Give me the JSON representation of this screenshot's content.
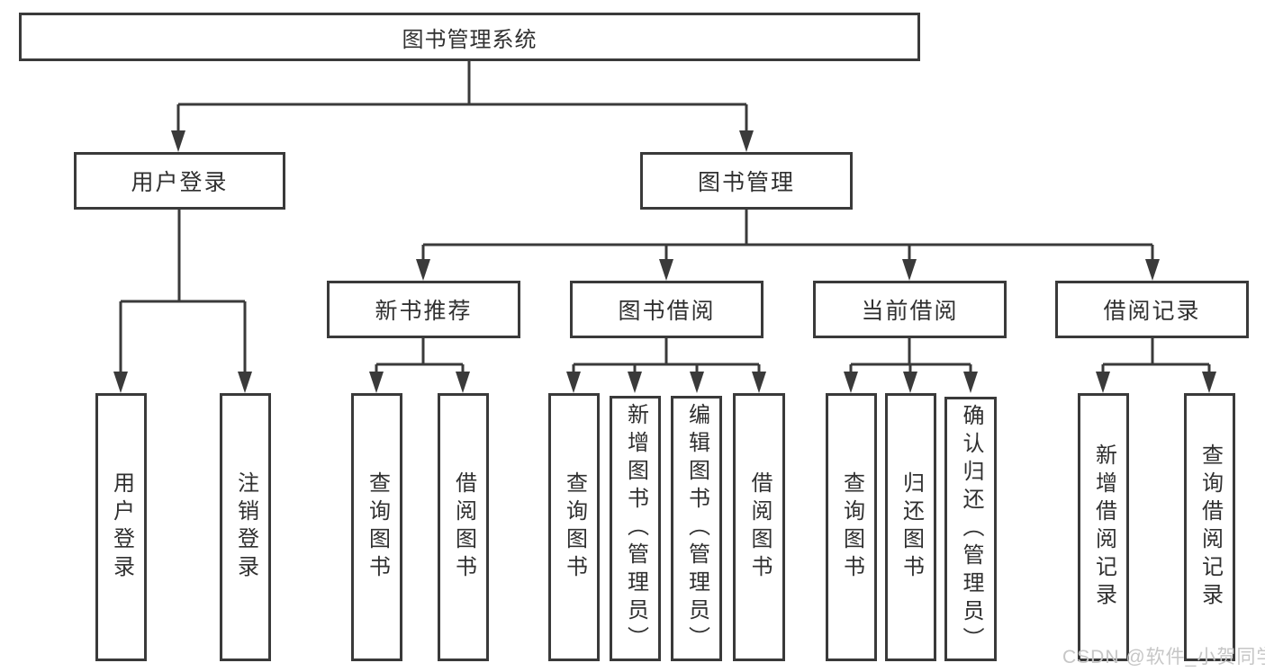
{
  "diagram": {
    "root": {
      "label": "图书管理系统"
    },
    "branches": [
      {
        "label": "用户登录",
        "children": [
          {
            "label": "用户登录"
          },
          {
            "label": "注销登录"
          }
        ]
      },
      {
        "label": "图书管理",
        "children": [
          {
            "label": "新书推荐",
            "children": [
              {
                "label": "查询图书"
              },
              {
                "label": "借阅图书"
              }
            ]
          },
          {
            "label": "图书借阅",
            "children": [
              {
                "label": "查询图书"
              },
              {
                "label": "新增图书（管理员）"
              },
              {
                "label": "编辑图书（管理员）"
              },
              {
                "label": "借阅图书"
              }
            ]
          },
          {
            "label": "当前借阅",
            "children": [
              {
                "label": "查询图书"
              },
              {
                "label": "归还图书"
              },
              {
                "label": "确认归还（管理员）"
              }
            ]
          },
          {
            "label": "借阅记录",
            "children": [
              {
                "label": "新增借阅记录"
              },
              {
                "label": "查询借阅记录"
              }
            ]
          }
        ]
      }
    ]
  },
  "watermark": "CSDN @软件_小贺同学",
  "colors": {
    "line": "#3a3a3a",
    "text": "#303030",
    "background": "#ffffff",
    "watermark": "#c6c6c6"
  }
}
